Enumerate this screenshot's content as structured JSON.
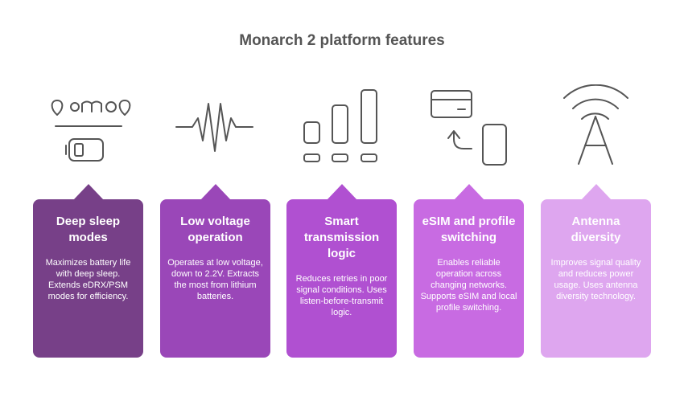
{
  "title": "Monarch 2 platform features",
  "features": [
    {
      "title": "Deep sleep modes",
      "description": "Maximizes battery life with deep sleep. Extends eDRX/PSM modes for efficiency.",
      "icon": "sleep-battery-icon",
      "color": "#774088"
    },
    {
      "title": "Low voltage operation",
      "description": "Operates at low voltage, down to 2.2V. Extracts the most from lithium batteries.",
      "icon": "waveform-icon",
      "color": "#9a47b8"
    },
    {
      "title": "Smart transmission logic",
      "description": "Reduces retries in poor signal conditions. Uses listen-before-transmit logic.",
      "icon": "signal-bars-icon",
      "color": "#b050d1"
    },
    {
      "title": "eSIM and profile switching",
      "description": "Enables reliable operation across changing networks. Supports eSIM and local profile switching.",
      "icon": "card-to-phone-icon",
      "color": "#c86be2"
    },
    {
      "title": "Antenna diversity",
      "description": "Improves signal quality and reduces power usage. Uses antenna diversity technology.",
      "icon": "antenna-icon",
      "color": "#dea6ef"
    }
  ]
}
